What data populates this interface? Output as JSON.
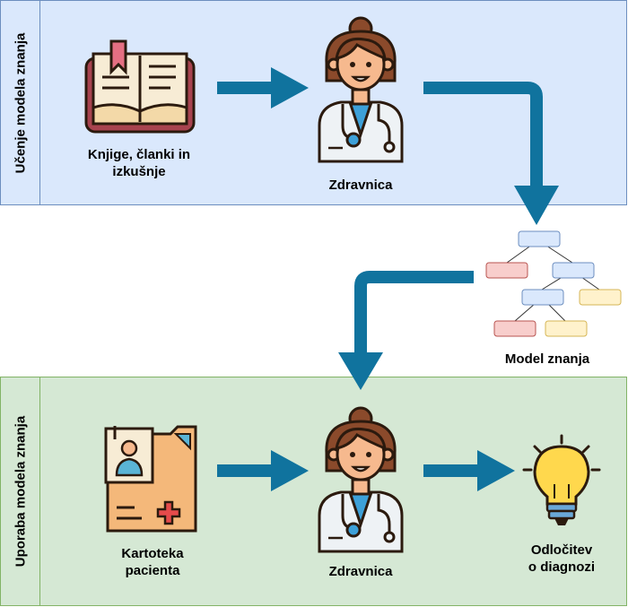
{
  "sections": {
    "top_label": "Učenje modela znanja",
    "bottom_label": "Uporaba modela znanja"
  },
  "captions": {
    "books": [
      "Knjige, članki in",
      "izkušnje"
    ],
    "doctor_top": "Zdravnica",
    "model": "Model znanja",
    "patient_file": [
      "Kartoteka",
      "pacienta"
    ],
    "doctor_bottom": "Zdravnica",
    "decision": [
      "Odločitev",
      "o diagnozi"
    ]
  },
  "icons": [
    "book-icon",
    "doctor-icon",
    "decision-tree-icon",
    "patient-folder-icon",
    "doctor-icon",
    "light-bulb-icon"
  ],
  "colors": {
    "arrow": "#10739e",
    "top_panel": "#dae8fc",
    "bottom_panel": "#d5e8d4",
    "tree_blue": "#dae8fc",
    "tree_red": "#f8cecc",
    "tree_yellow": "#fff2cc"
  }
}
